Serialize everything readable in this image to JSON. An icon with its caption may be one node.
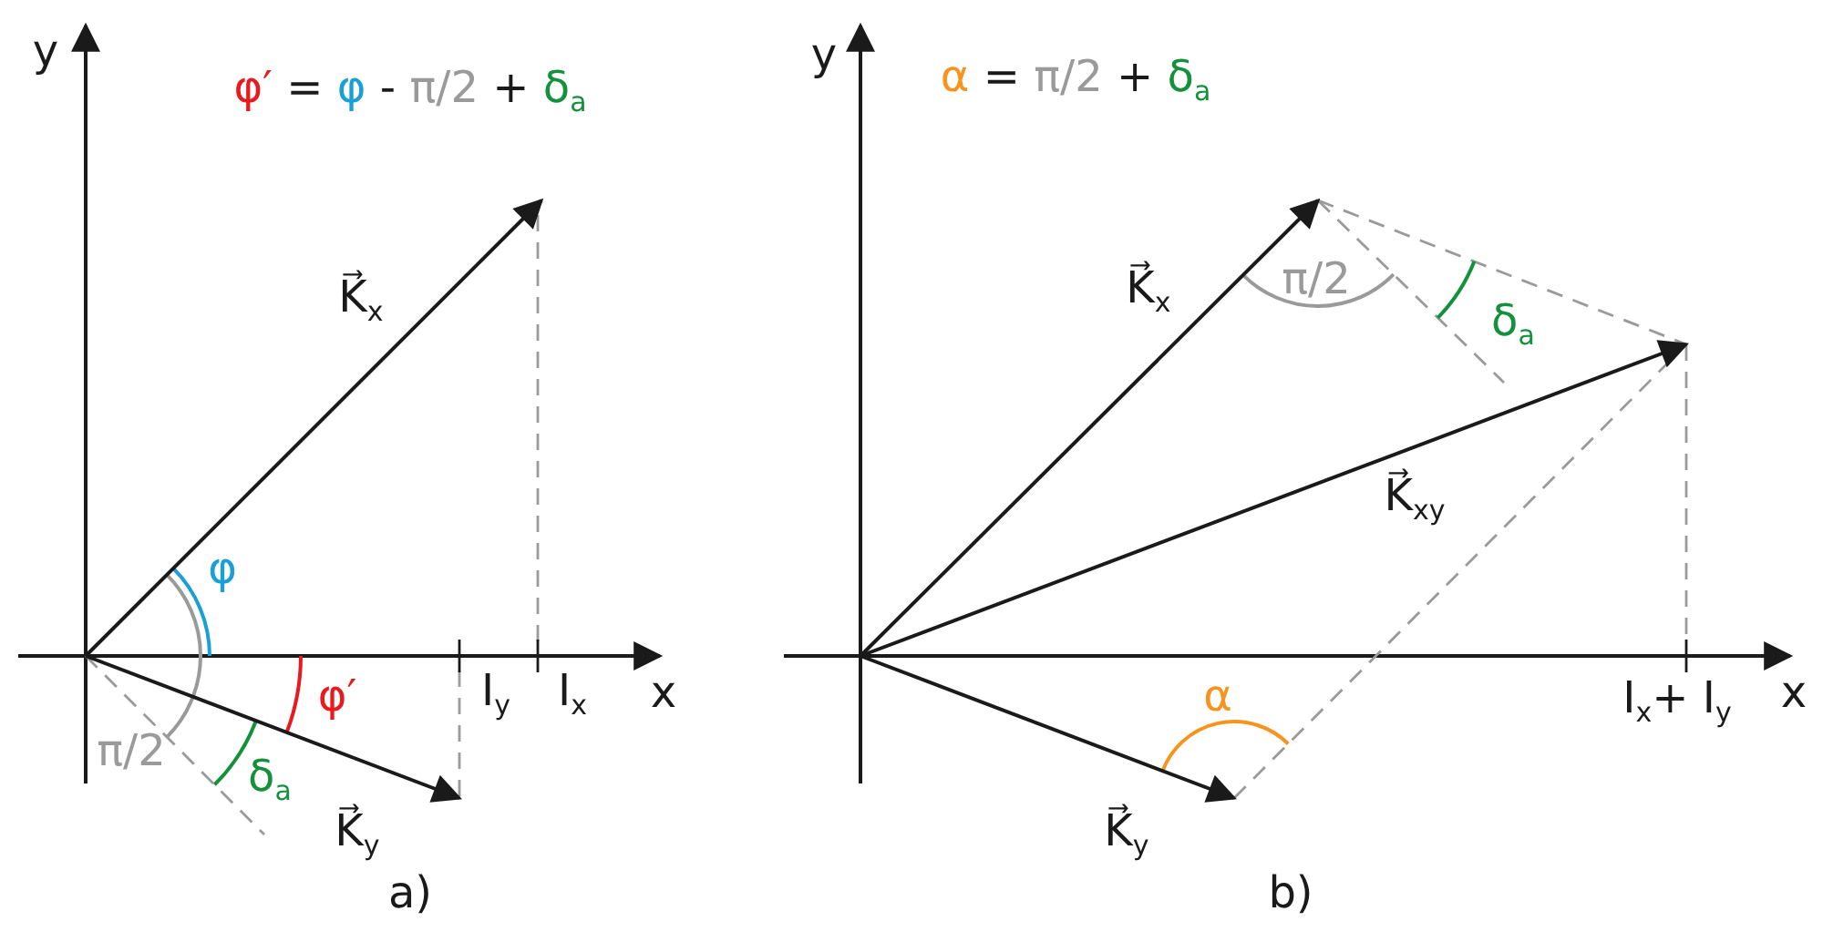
{
  "diagram": {
    "labels": [
      "y",
      "φ′ = φ - π/2 + δ$_{a}$",
      "K⃗$_{x}$",
      "φ",
      "φ′",
      "π/2",
      "δ$_{a}$",
      "K⃗$_{y}$",
      "I$_{y}$",
      "I$_{x}$",
      "x",
      "a)",
      "y",
      "α = π/2 + δ$_{a}$",
      "K⃗$_{x}$",
      "π/2",
      "δ$_{a}$",
      "K⃗$_{xy}$",
      "I$_{x}$+ I$_{y}$",
      "x",
      "α",
      "K⃗$_{y}$",
      "b)"
    ]
  }
}
